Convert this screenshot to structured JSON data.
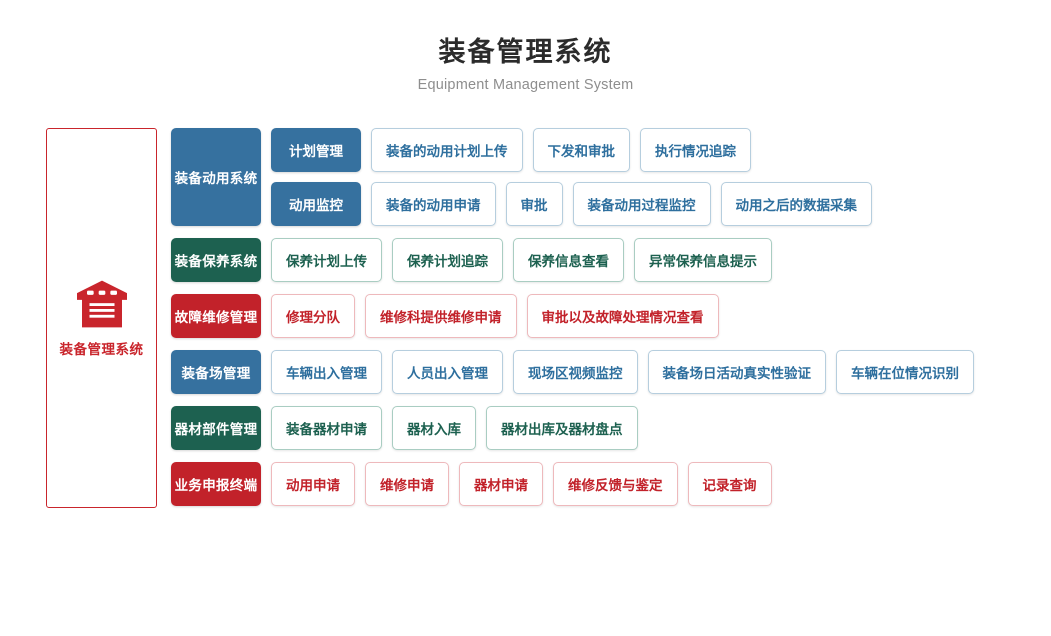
{
  "header": {
    "title": "装备管理系统",
    "subtitle": "Equipment Management System"
  },
  "hero": {
    "icon": "warehouse-icon",
    "label": "装备管理系统",
    "border_color": "#c9252c",
    "text_color": "#c9252c"
  },
  "colors": {
    "blue": "#36719f",
    "green": "#1d6150",
    "red": "#c2222a",
    "chip_blue_border": "#b6cede",
    "chip_green_border": "#a9cdc2",
    "chip_red_border": "#eeb9bc"
  },
  "groups": [
    {
      "name": "装备动用系统",
      "color": "blue",
      "lanes": [
        {
          "sub_head": "计划管理",
          "items": [
            "装备的动用计划上传",
            "下发和审批",
            "执行情况追踪"
          ]
        },
        {
          "sub_head": "动用监控",
          "items": [
            "装备的动用申请",
            "审批",
            "装备动用过程监控",
            "动用之后的数据采集"
          ]
        }
      ]
    },
    {
      "name": "装备保养系统",
      "color": "green",
      "lanes": [
        {
          "sub_head": null,
          "items": [
            "保养计划上传",
            "保养计划追踪",
            "保养信息查看",
            "异常保养信息提示"
          ]
        }
      ]
    },
    {
      "name": "故障维修管理",
      "color": "red",
      "lanes": [
        {
          "sub_head": null,
          "items": [
            "修理分队",
            "维修科提供维修申请",
            "审批以及故障处理情况查看"
          ]
        }
      ]
    },
    {
      "name": "装备场管理",
      "color": "blue",
      "lanes": [
        {
          "sub_head": null,
          "items": [
            "车辆出入管理",
            "人员出入管理",
            "现场区视频监控",
            "装备场日活动真实性验证",
            "车辆在位情况识别"
          ]
        }
      ]
    },
    {
      "name": "器材部件管理",
      "color": "green",
      "lanes": [
        {
          "sub_head": null,
          "items": [
            "装备器材申请",
            "器材入库",
            "器材出库及器材盘点"
          ]
        }
      ]
    },
    {
      "name": "业务申报终端",
      "color": "red",
      "lanes": [
        {
          "sub_head": null,
          "items": [
            "动用申请",
            "维修申请",
            "器材申请",
            "维修反馈与鉴定",
            "记录查询"
          ]
        }
      ]
    }
  ]
}
